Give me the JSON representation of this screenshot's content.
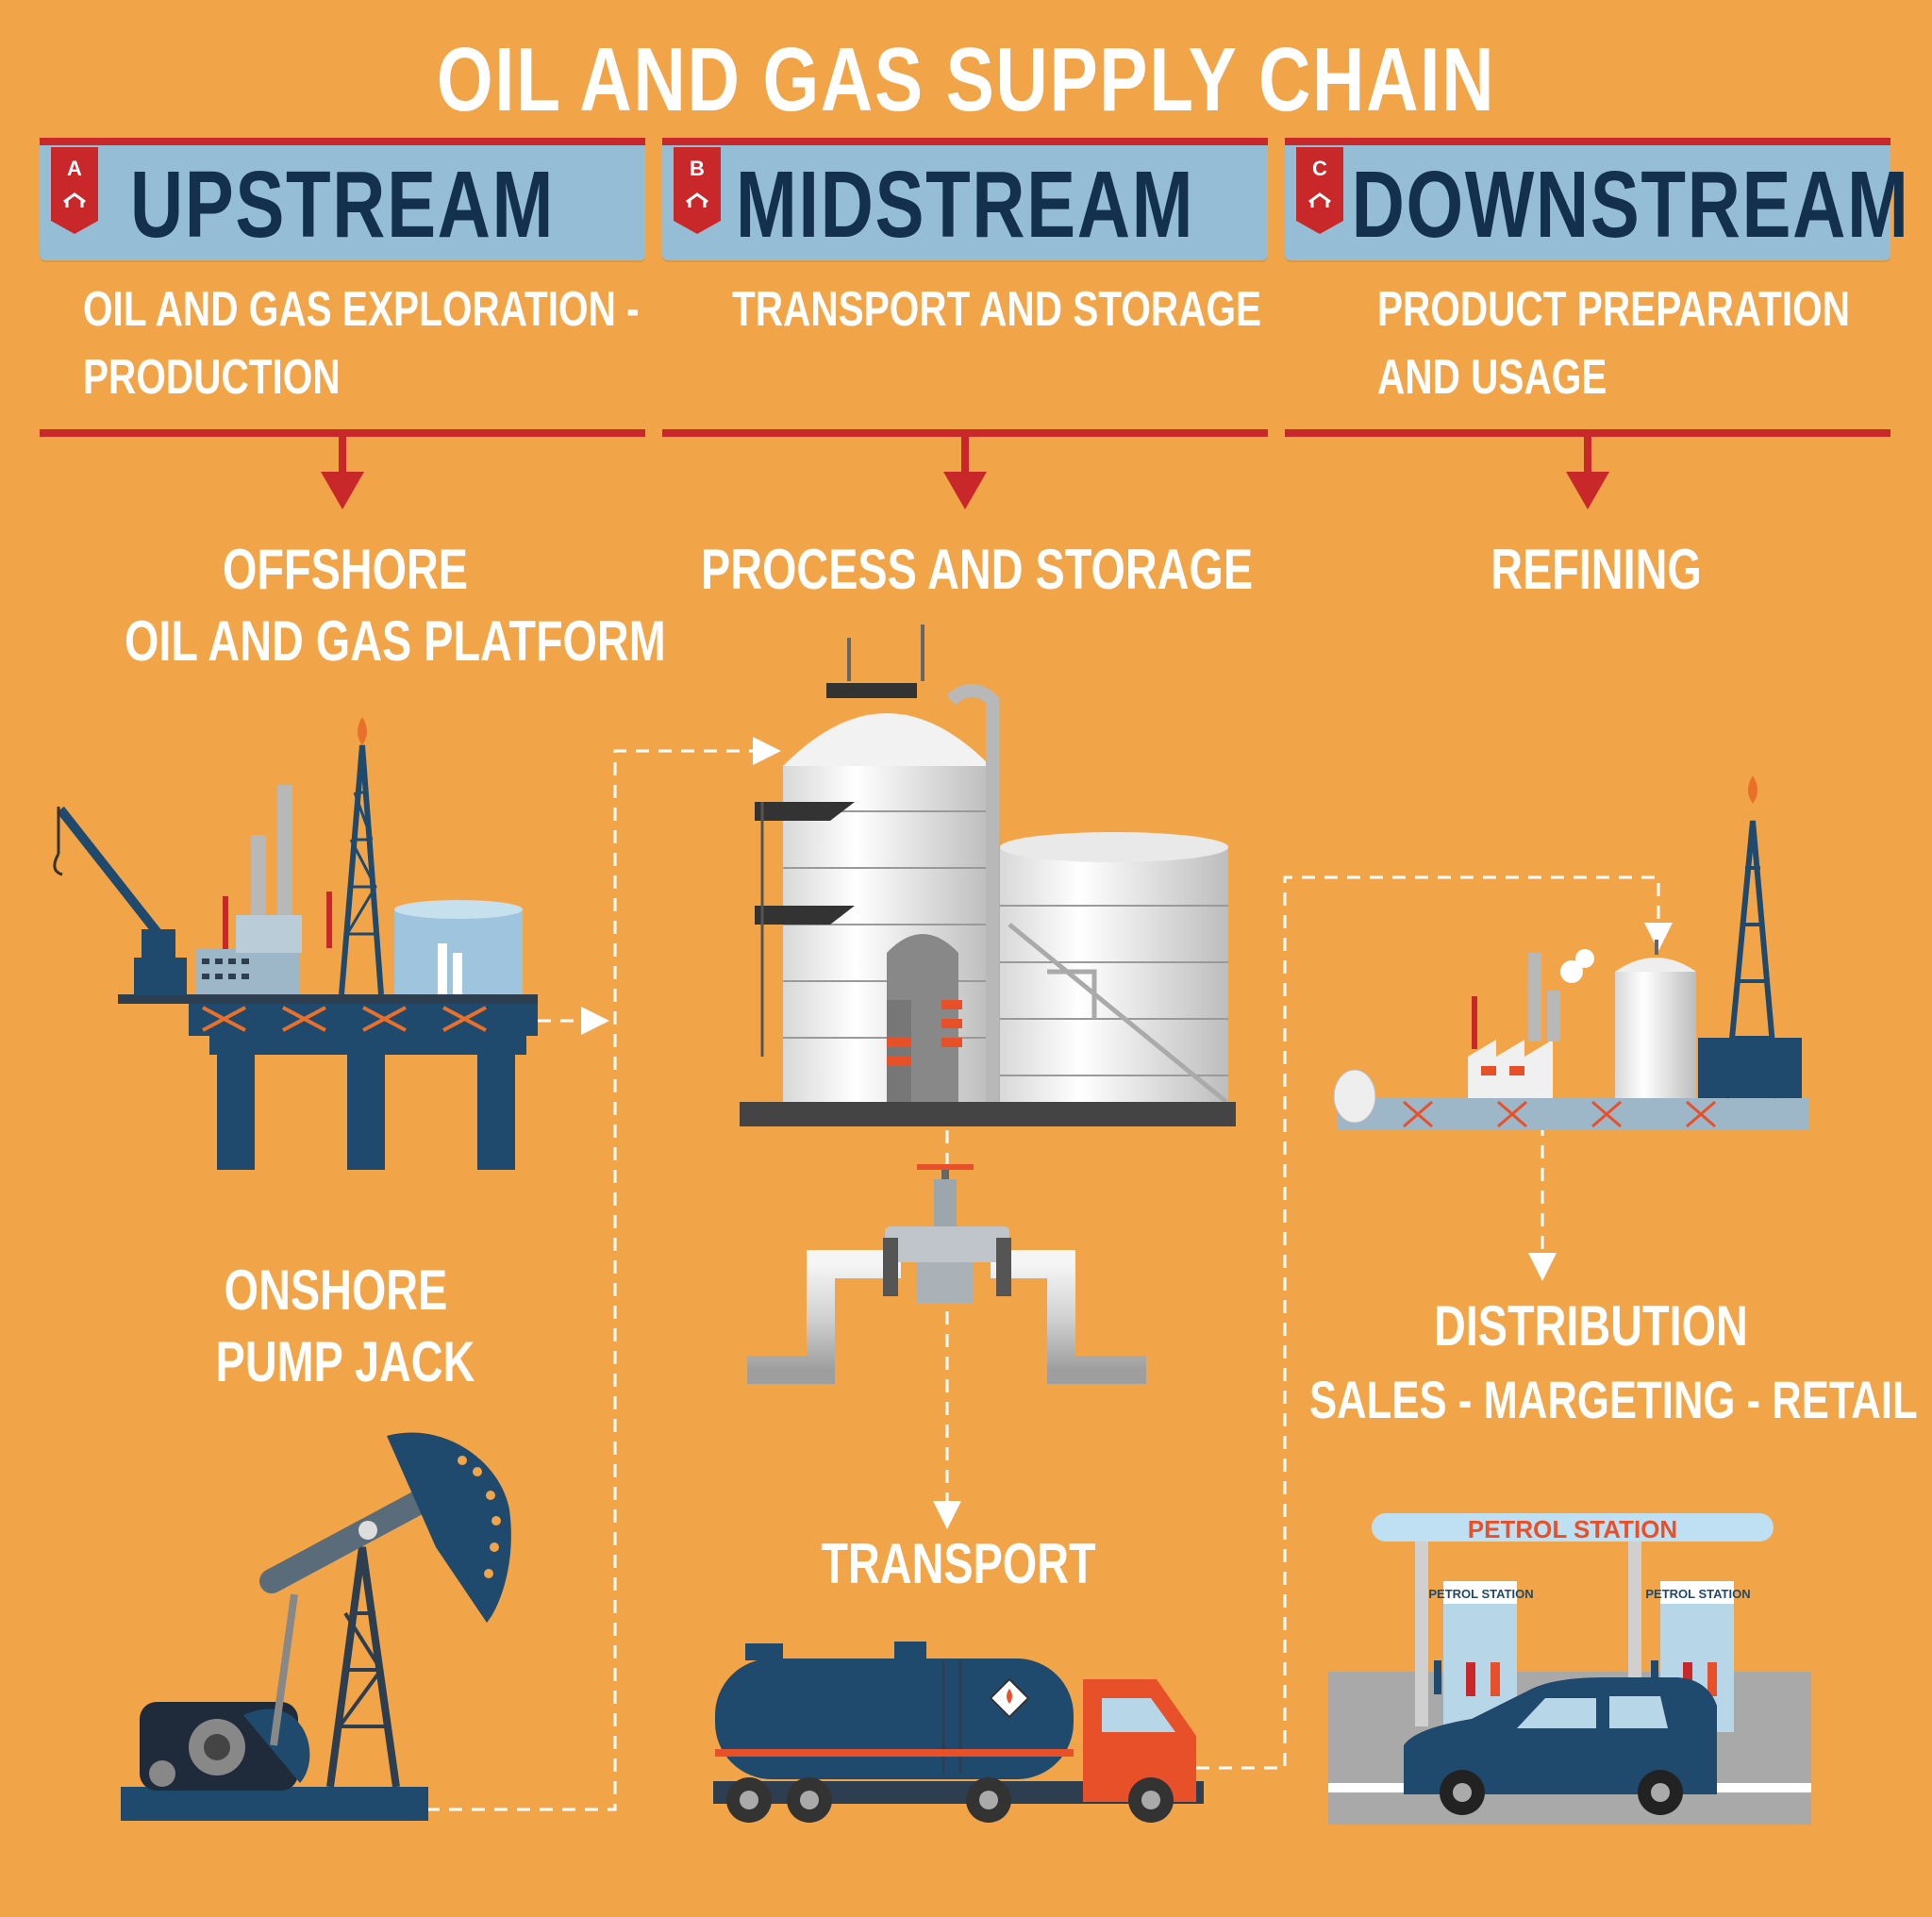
{
  "title": "OIL AND GAS SUPPLY CHAIN",
  "columns": [
    {
      "badge": "A",
      "label": "UPSTREAM",
      "subtitle_lines": [
        "OIL AND GAS EXPLORATION -",
        "PRODUCTION"
      ]
    },
    {
      "badge": "B",
      "label": "MIDSTREAM",
      "subtitle_lines": [
        "TRANSPORT AND STORAGE"
      ]
    },
    {
      "badge": "C",
      "label": "DOWNSTREAM",
      "subtitle_lines": [
        "PRODUCT PREPARATION",
        "AND USAGE"
      ]
    }
  ],
  "sections": {
    "offshore": {
      "title": "OFFSHORE",
      "subtitle": "OIL AND GAS PLATFORM"
    },
    "onshore": {
      "title": "ONSHORE",
      "subtitle": "PUMP JACK"
    },
    "process": {
      "title": "PROCESS AND STORAGE"
    },
    "transport": {
      "title": "TRANSPORT"
    },
    "refining": {
      "title": "REFINING"
    },
    "distribution": {
      "title": "DISTRIBUTION",
      "subtitle": "SALES - MARGETING - RETAIL"
    }
  },
  "petrol_station": {
    "canopy_label": "PETROL STATION",
    "pump_label": "PETROL STATION"
  },
  "icons": [
    "offshore-platform-icon",
    "pump-jack-icon",
    "storage-tank-icon",
    "pipeline-valve-icon",
    "tanker-truck-icon",
    "refinery-icon",
    "petrol-station-icon",
    "car-icon"
  ],
  "colors": {
    "background": "#F2A548",
    "header_fill": "#95BDD5",
    "header_text": "#13304F",
    "accent_red": "#C8282A",
    "text": "#FFFFFF"
  }
}
